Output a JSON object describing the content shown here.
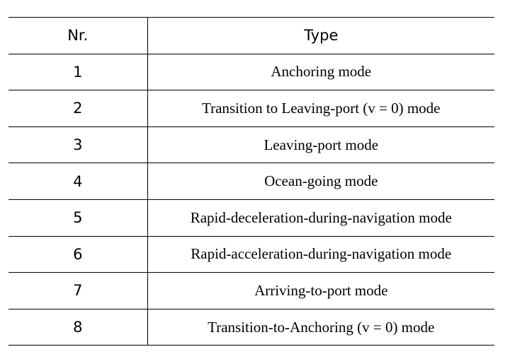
{
  "table": {
    "headers": {
      "nr": "Nr.",
      "type": "Type"
    },
    "rows": [
      {
        "nr": "1",
        "type": "Anchoring mode"
      },
      {
        "nr": "2",
        "type": "Transition to Leaving-port (v = 0) mode"
      },
      {
        "nr": "3",
        "type": "Leaving-port mode"
      },
      {
        "nr": "4",
        "type": "Ocean-going mode"
      },
      {
        "nr": "5",
        "type": "Rapid-deceleration-during-navigation mode"
      },
      {
        "nr": "6",
        "type": "Rapid-acceleration-during-navigation mode"
      },
      {
        "nr": "7",
        "type": "Arriving-to-port mode"
      },
      {
        "nr": "8",
        "type": "Transition-to-Anchoring (v = 0) mode"
      }
    ]
  }
}
